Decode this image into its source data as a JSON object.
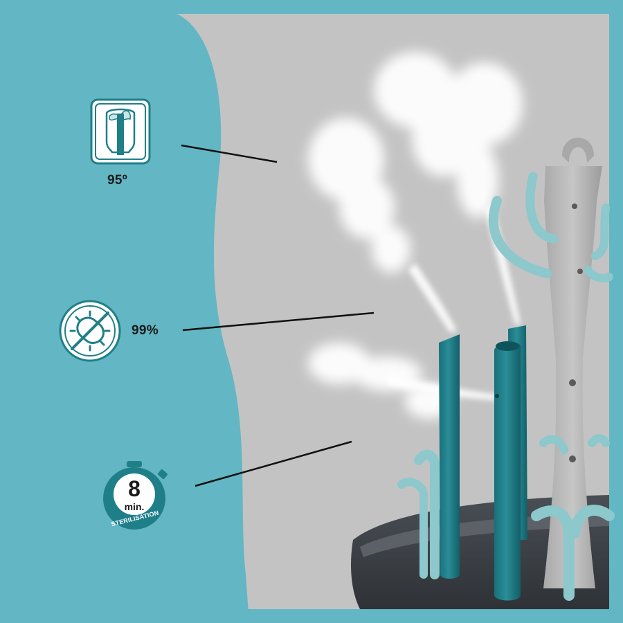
{
  "features": [
    {
      "icon": "bottle-steam-icon",
      "label": "95º"
    },
    {
      "icon": "no-germs-icon",
      "label": "99%"
    },
    {
      "icon": "stopwatch-icon",
      "label": "8",
      "unit": "min.",
      "caption": "STERILISATION"
    }
  ],
  "colors": {
    "teal_background": "#63b6c3",
    "photo_background": "#c3c3c3",
    "dark_teal": "#1f7f89",
    "light_teal": "#8cc8cc",
    "rack_grey": "#b4b4b4",
    "base_dark": "#3d4146"
  }
}
